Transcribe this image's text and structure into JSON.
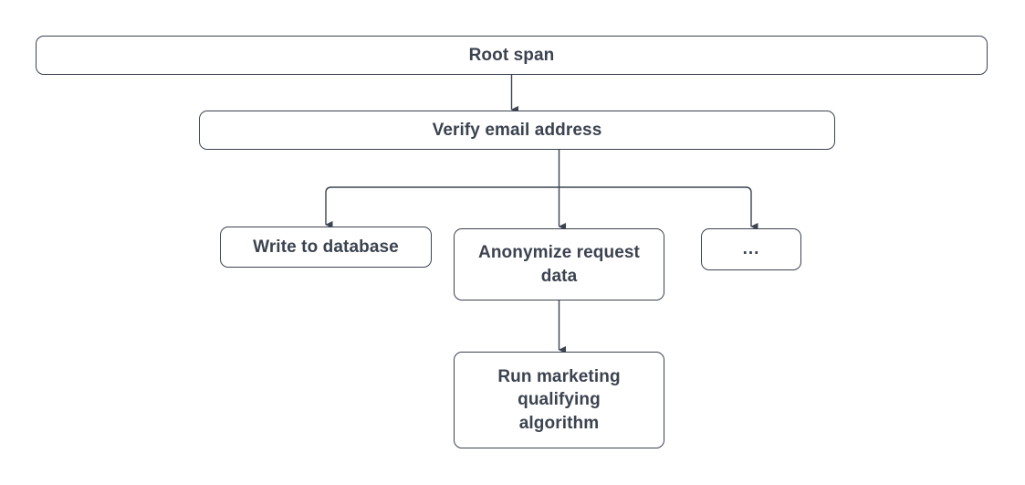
{
  "diagram": {
    "type": "flowchart",
    "orientation": "top-down",
    "background_color": "#ffffff",
    "node_border_color": "#3c4350",
    "node_text_color": "#3c4350",
    "edge_color": "#3c4350",
    "nodes": [
      {
        "id": "root-span",
        "label": "Root span",
        "level": 0
      },
      {
        "id": "verify-email",
        "label": "Verify email address",
        "level": 1
      },
      {
        "id": "write-db",
        "label": "Write to database",
        "level": 2
      },
      {
        "id": "anonymize",
        "label": "Anonymize request\ndata",
        "level": 2
      },
      {
        "id": "more",
        "label": "...",
        "level": 2
      },
      {
        "id": "run-marketing",
        "label": "Run marketing\nqualifying\nalgorithm",
        "level": 3
      }
    ],
    "edges": [
      {
        "from": "root-span",
        "to": "verify-email",
        "style": "straight",
        "arrow": "end"
      },
      {
        "from": "verify-email",
        "to": "write-db",
        "style": "elbow",
        "arrow": "end"
      },
      {
        "from": "verify-email",
        "to": "anonymize",
        "style": "elbow",
        "arrow": "end"
      },
      {
        "from": "verify-email",
        "to": "more",
        "style": "elbow",
        "arrow": "end"
      },
      {
        "from": "anonymize",
        "to": "run-marketing",
        "style": "straight",
        "arrow": "end"
      }
    ]
  }
}
